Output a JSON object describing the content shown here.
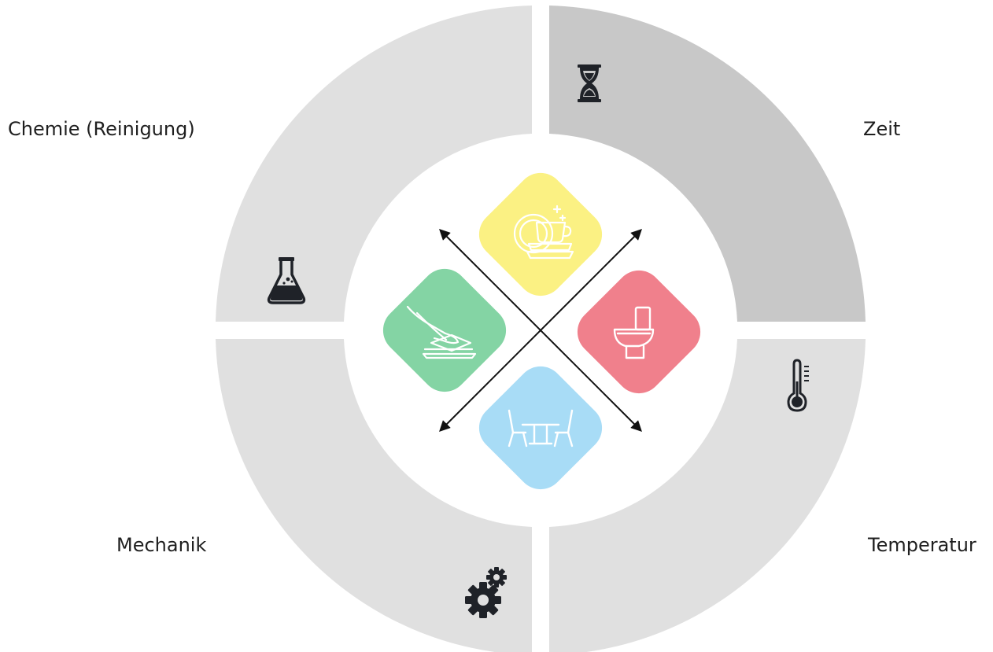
{
  "factors": {
    "chemistry": {
      "label": "Chemie (Reinigung)",
      "icon": "flask-icon",
      "color": "#e0e0e0"
    },
    "time": {
      "label": "Zeit",
      "icon": "hourglass-icon",
      "color": "#c8c8c8"
    },
    "mechanics": {
      "label": "Mechanik",
      "icon": "gears-icon",
      "color": "#e0e0e0"
    },
    "temperature": {
      "label": "Temperatur",
      "icon": "thermometer-icon",
      "color": "#e0e0e0"
    }
  },
  "areas": [
    {
      "name": "dishes",
      "icon": "dishes-icon",
      "color": "#fbf183"
    },
    {
      "name": "sanitary",
      "icon": "toilet-icon",
      "color": "#f0808c"
    },
    {
      "name": "surfaces",
      "icon": "wiping-hand-icon",
      "color": "#84d4a4"
    },
    {
      "name": "furniture",
      "icon": "table-chairs-icon",
      "color": "#a8dcf6"
    }
  ],
  "colors": {
    "icon": "#1f2228",
    "area_icon_stroke": "#ffffff",
    "arrow": "#111111",
    "text": "#1f1f1f"
  }
}
